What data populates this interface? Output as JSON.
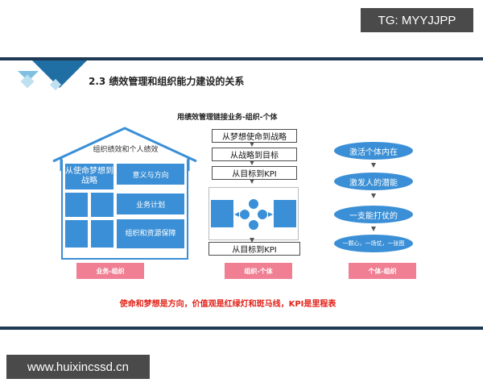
{
  "watermark_top": "TG: MYYJJPP",
  "watermark_bottom": "www.huixincssd.cn",
  "slide": {
    "title": "2.3 绩效管理和组织能力建设的关系",
    "subtitle": "用绩效管理链接业务-组织-个体",
    "footer": "使命和梦想是方向，价值观是红绿灯和斑马线，KPI是里程表",
    "colors": {
      "accent_red": "#e2231a",
      "primary_blue": "#3a8fd6",
      "pink": "#f07f93",
      "navy": "#1f3a55"
    }
  },
  "house": {
    "roof_label": "组织绩效和个人绩效",
    "cells": {
      "mission": "从使命梦想到战略",
      "meaning": "意义与方向",
      "key_factors": "",
      "key_measures": "",
      "plan": "业务计划",
      "team": "",
      "kpi_small": "",
      "resources": "组织和资源保障"
    },
    "caption": "业务-组织"
  },
  "middle": {
    "steps": [
      "从梦想使命到战略",
      "从战略到目标",
      "从目标到KPI"
    ],
    "left_box": "",
    "right_box": "",
    "bottom_step": "从目标到KPI",
    "caption": "组织-个体"
  },
  "right": {
    "steps": [
      "激活个体内在",
      "激发人的潜能",
      "一支能打仗的"
    ],
    "bottom": "一颗心，一场仗，一张图",
    "caption": "个体-组织"
  }
}
